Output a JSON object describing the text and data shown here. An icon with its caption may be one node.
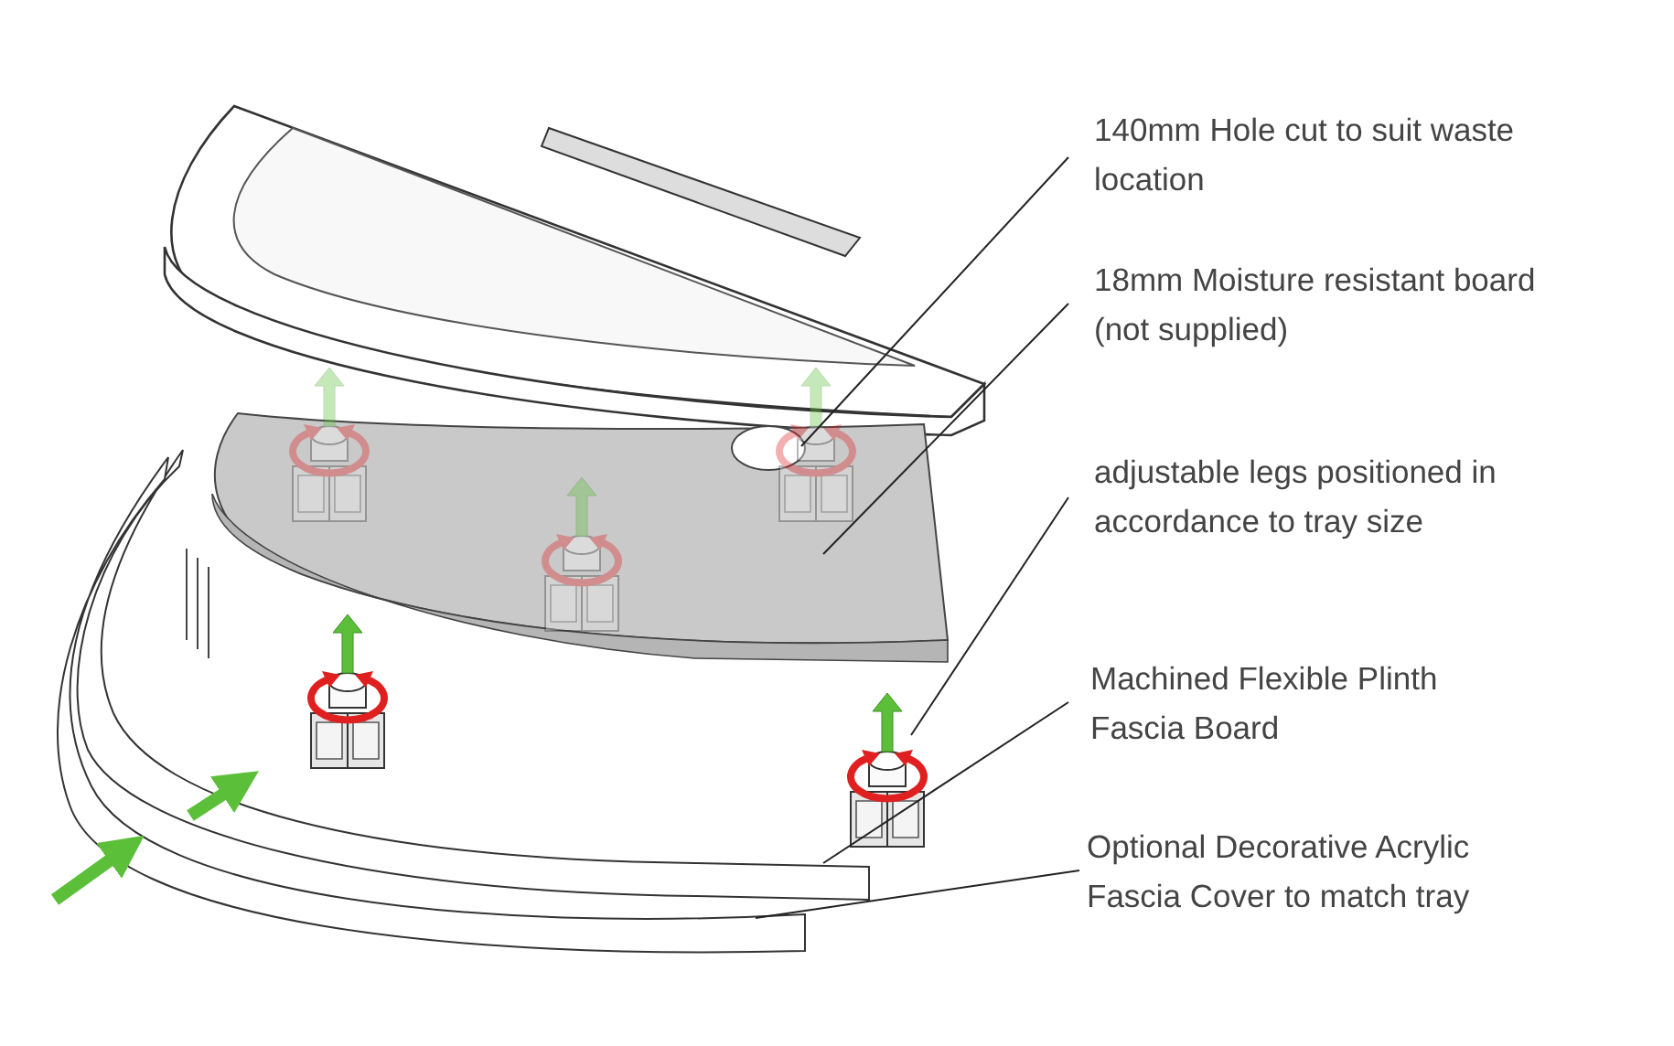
{
  "diagram": {
    "nodes": [
      {
        "text": [
          "140mm Hole cut to suit waste location"
        ]
      },
      {
        "text": [
          "18mm Moisture resistant board (not supplied)"
        ]
      },
      {
        "text": [
          "adjustable legs positioned in accordance to tray size"
        ]
      },
      {
        "text": [
          "Machined Flexible Plinth Fascia Board"
        ]
      },
      {
        "text": [
          "Optional Decorative Acrylic Fascia Cover to match tray"
        ]
      },
      {
        "text": [],
        "shape": "circle",
        "in": 6
      },
      {
        "text": [],
        "shape": "box"
      },
      {
        "text": [],
        "shape": "picture"
      },
      {
        "text": [],
        "shape": "bar"
      },
      {
        "text": [],
        "shape": "bar"
      }
    ],
    "edges": [
      {
        "from": 0,
        "to": 5,
        "arrow": "none"
      },
      {
        "from": 1,
        "to": 6,
        "arrow": "none"
      },
      {
        "from": 2,
        "to": 7,
        "arrow": "none"
      },
      {
        "from": 3,
        "to": 8,
        "arrow": "none"
      },
      {
        "from": 4,
        "to": 9,
        "arrow": "none"
      },
      {
        "from": null,
        "to": 9,
        "arrow": "to",
        "style": "thick",
        "color": "#5cbf3a"
      },
      {
        "from": null,
        "to": 8,
        "arrow": "to",
        "style": "thick",
        "color": "#5cbf3a"
      }
    ]
  }
}
